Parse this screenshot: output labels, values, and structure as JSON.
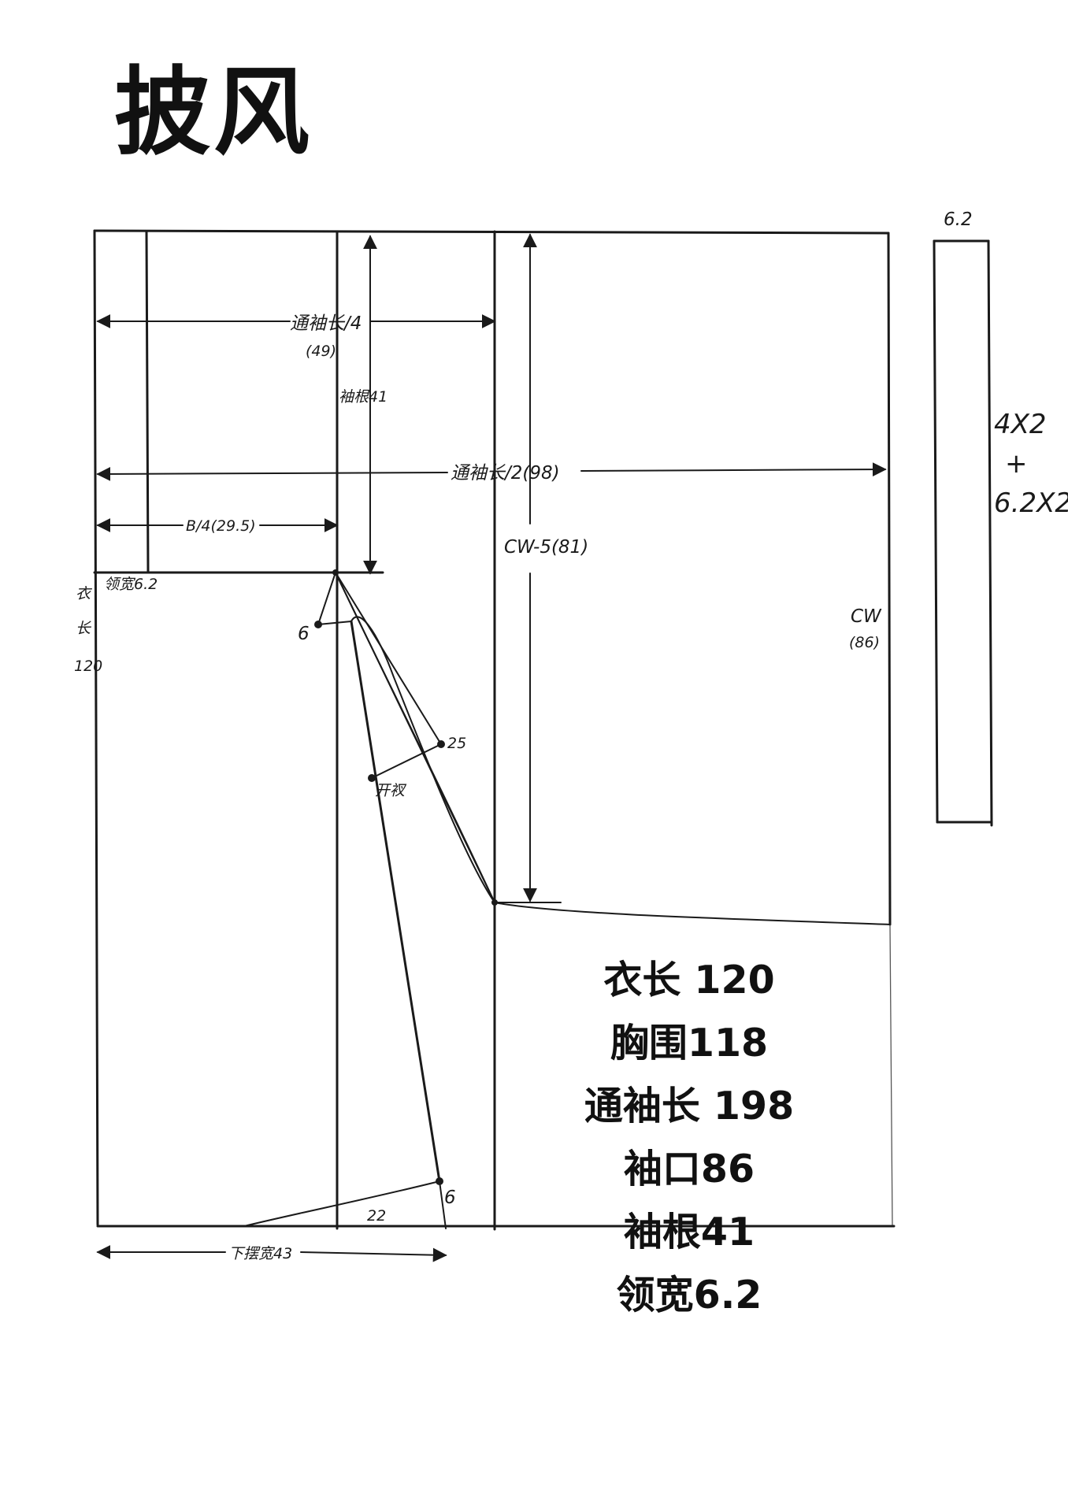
{
  "title": "披风",
  "labels": {
    "sleeve_quarter": "通袖长/4",
    "sleeve_quarter_value": "(49)",
    "sleeve_root": "袖根41",
    "sleeve_half": "通袖长/2(98)",
    "bust_quarter": "B/4(29.5)",
    "neck_width": "领宽6.2",
    "body_length_1": "衣",
    "body_length_2": "长",
    "body_length_3": "120",
    "cw_minus": "CW-5(81)",
    "cw": "CW",
    "cw_value": "(86)",
    "point_6_top": "6",
    "point_25": "25",
    "slit": "开衩",
    "hem_22": "22",
    "point_6_bottom": "6",
    "hem_width": "下摆宽43",
    "collar_width": "6.2",
    "collar_len_1": "4X2",
    "collar_len_2": "+",
    "collar_len_3": "6.2X2"
  },
  "measurements": [
    "衣长 120",
    "胸围118",
    "通袖长 198",
    "袖口86",
    "袖根41",
    "领宽6.2"
  ]
}
